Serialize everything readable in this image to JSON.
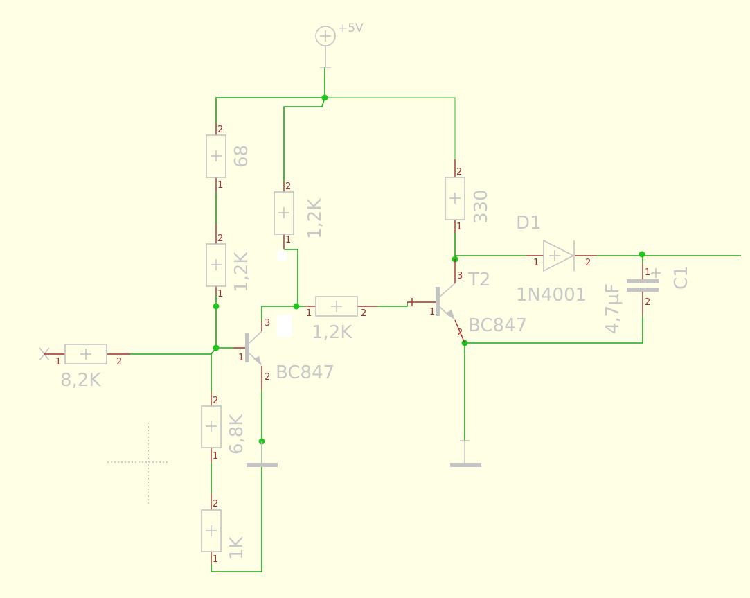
{
  "supply": {
    "label": "+5V"
  },
  "resistors": {
    "r68": {
      "value": "68",
      "pin_top": "2",
      "pin_bottom": "1"
    },
    "r1k2_left": {
      "value": "1,2K",
      "pin_top": "2",
      "pin_bottom": "1"
    },
    "r1k2_mid": {
      "value": "1,2K",
      "pin_top": "2",
      "pin_bottom": "1"
    },
    "r1k2_base": {
      "value": "1,2K",
      "pin_left": "1",
      "pin_right": "2"
    },
    "r330": {
      "value": "330",
      "pin_top": "2",
      "pin_bottom": "1"
    },
    "r8k2": {
      "value": "8,2K",
      "pin_left": "1",
      "pin_right": "2"
    },
    "r6k8": {
      "value": "6,8K",
      "pin_top": "2",
      "pin_bottom": "1"
    },
    "r1k": {
      "value": "1K",
      "pin_top": "2",
      "pin_bottom": "1"
    }
  },
  "transistors": {
    "t1": {
      "type": "BC847",
      "pin_base": "1",
      "pin_collector": "3",
      "pin_emitter": "2"
    },
    "t2": {
      "name": "T2",
      "type": "BC847",
      "pin_base": "1",
      "pin_collector": "3",
      "pin_emitter": "2"
    }
  },
  "diode": {
    "name": "D1",
    "value": "1N4001",
    "pin_anode": "1",
    "pin_cathode": "2"
  },
  "capacitor": {
    "name": "C1",
    "value": "4,7µF",
    "pin_top": "1",
    "pin_bottom": "2",
    "polarity": "+"
  }
}
